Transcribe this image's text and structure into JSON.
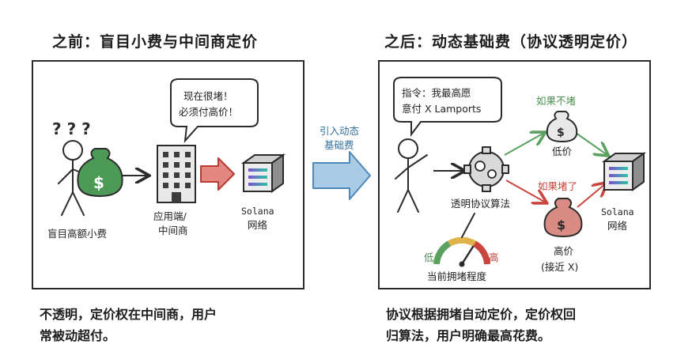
{
  "left": {
    "title": "之前：盲目小费与中间商定价",
    "question_marks": "? ? ?",
    "user_label": "盲目高额小费",
    "dollar_sign": "$",
    "bubble_line1": "现在很堵！",
    "bubble_line2": "必须付高价！",
    "middleman_line1": "应用端/",
    "middleman_line2": "中间商",
    "network_line1": "Solana",
    "network_line2": "网络",
    "caption_line1": "不透明，定价权在中间商，用户",
    "caption_line2": "常被动超付。"
  },
  "middle": {
    "arrow_line1": "引入动态",
    "arrow_line2": "基础费"
  },
  "right": {
    "title": "之后：动态基础费（协议透明定价）",
    "instruction_line1": "指令：我最高愿",
    "instruction_line2": "意付 X Lamports",
    "algorithm_label": "透明协议算法",
    "if_not_congested": "如果不堵",
    "low_price": "低价",
    "if_congested": "如果堵了",
    "high_price_line1": "高价",
    "high_price_line2": "(接近 X)",
    "dollar_sign": "$",
    "network_line1": "Solana",
    "network_line2": "网络",
    "gauge_low": "低",
    "gauge_high": "高",
    "gauge_label": "当前拥堵程度",
    "caption_line1": "协议根据拥堵自动定价，定价权回",
    "caption_line2": "归算法，用户明确最高花费。"
  },
  "colors": {
    "green": "#5aa05f",
    "red": "#c9453d",
    "blue_arrow": "#7fb3d8",
    "money_bag_green": "#4c9a55",
    "money_bag_red": "#d98b84",
    "solana_purple": "#7b4fd1",
    "solana_teal": "#2fc3a5"
  }
}
